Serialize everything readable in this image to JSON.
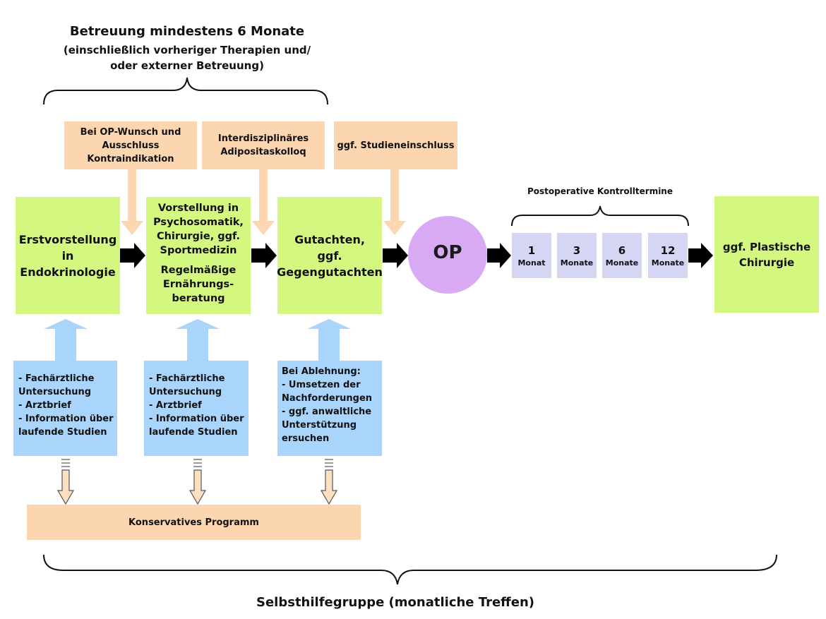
{
  "top_brace": {
    "title": "Betreuung mindestens 6 Monate",
    "subtitle": "(einschließlich vorheriger Therapien und/\noder externer Betreuung)"
  },
  "top_notes": [
    "Bei OP-Wunsch und\nAusschluss\nKontraindikation",
    "Interdisziplinäres\nAdipositaskolloq",
    "ggf. Studieneinschluss"
  ],
  "main_steps": {
    "erstvorstellung": "Erstvorstellung\nin\nEndokrinologie",
    "vorstellung_a": "Vorstellung in\nPsychosomatik,\nChirurgie, ggf.\nSportmedizin",
    "vorstellung_b": "Regelmäßige\nErnährungs-\nberatung",
    "gutachten": "Gutachten,\nggf.\nGegengutachten",
    "op": "OP",
    "plastische": "ggf. Plastische\nChirurgie"
  },
  "postop": {
    "label": "Postoperative Kontrolltermine",
    "items": [
      {
        "num": "1",
        "unit": "Monat"
      },
      {
        "num": "3",
        "unit": "Monate"
      },
      {
        "num": "6",
        "unit": "Monate"
      },
      {
        "num": "12",
        "unit": "Monate"
      }
    ]
  },
  "support_boxes": [
    "- Fachärztliche\n  Untersuchung\n- Arztbrief\n- Information über\n  laufende Studien",
    "- Fachärztliche\n  Untersuchung\n- Arztbrief\n- Information über\n  laufende Studien",
    "Bei Ablehnung:\n- Umsetzen der\n  Nachforderungen\n- ggf. anwaltliche\n  Unterstützung\n  ersuchen"
  ],
  "konservativ": "Konservatives Programm",
  "bottom_brace": {
    "label": "Selbsthilfegruppe (monatliche Treffen)"
  },
  "colors": {
    "green": "#d4f77f",
    "peach": "#fcd5b1",
    "blue": "#a9d4fb",
    "lavender": "#d5d5f4",
    "op_circle": "#d8aaf4"
  }
}
